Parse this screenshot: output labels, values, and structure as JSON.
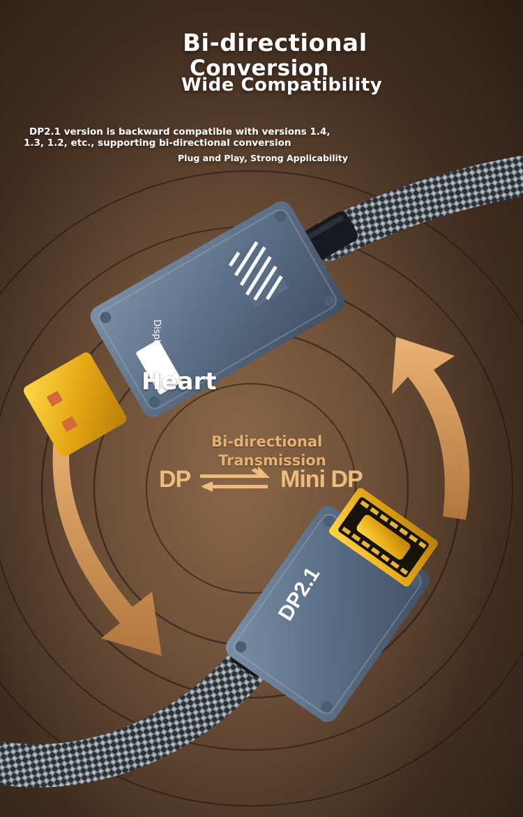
{
  "headline": {
    "line1": "Bi-directional",
    "line2": "Conversion",
    "line3": "Wide Compatibility"
  },
  "description": {
    "line1": "DP2.1 version is backward compatible with versions 1.4,",
    "line2": "1.3, 1.2, etc., supporting bi-directional conversion",
    "line3": "Plug and Play, Strong Applicability"
  },
  "brand_text": "Heart",
  "connector_label_dp": "DP2.1",
  "connector_label_displayport": "DisplayPort",
  "transmission": {
    "line1": "Bi-directional",
    "line2": "Transmission",
    "left_port": "DP",
    "right_port": "Mini DP"
  },
  "colors": {
    "background": "#5e4430",
    "accent_orange": "#e7b174",
    "connector_body": "#5c6f86",
    "gold_plug": "#e9b21c"
  }
}
